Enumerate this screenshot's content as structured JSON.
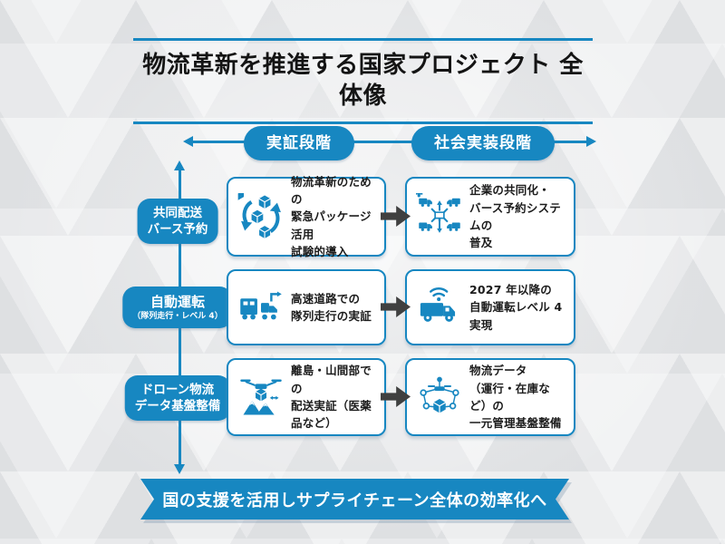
{
  "title": "物流革新を推進する国家プロジェクト 全体像",
  "stages": {
    "demonstration": "実証段階",
    "implementation": "社会実装段階"
  },
  "rows": [
    {
      "label_main": "共同配送\nバース予約",
      "label_sub": "",
      "demo": {
        "icon": "packages-cycle-icon",
        "text": "物流革新のための\n緊急パッケージ活用\n試験的導入"
      },
      "impl": {
        "icon": "shared-berth-system-icon",
        "text": "企業の共同化・\nバース予約システムの\n普及"
      }
    },
    {
      "label_main": "自動運転",
      "label_sub": "（隊列走行・レベル 4）",
      "demo": {
        "icon": "truck-platoon-icon",
        "text": "高速道路での\n隊列走行の実証"
      },
      "impl": {
        "icon": "autonomous-truck-icon",
        "text": "2027 年以降の\n自動運転レベル 4 実現"
      }
    },
    {
      "label_main": "ドローン物流\nデータ基盤整備",
      "label_sub": "",
      "demo": {
        "icon": "drone-delivery-icon",
        "text": "離島・山間部での\n配送実証（医薬品など）"
      },
      "impl": {
        "icon": "logistics-data-network-icon",
        "text": "物流データ\n（運行・在庫など）の\n一元管理基盤整備"
      }
    }
  ],
  "footer": {
    "banner": "国の支援を活用しサプライチェーン全体の効率化へ"
  },
  "colors": {
    "accent_blue": "#1787c1",
    "arrow_dark": "#404040",
    "background": "#e8e9eb"
  }
}
